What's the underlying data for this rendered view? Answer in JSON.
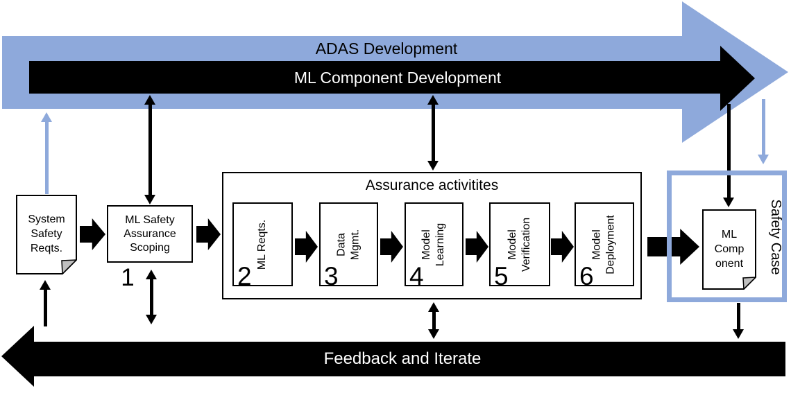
{
  "colors": {
    "accent_blue": "#8EA9DB",
    "arrow_black": "#000000",
    "text_white": "#FFFFFF",
    "doc_fold_gray": "#BFBFBF"
  },
  "banner": {
    "adas_label": "ADAS Development",
    "ml_component_label": "ML Component Development"
  },
  "documents": {
    "system_safety": {
      "label": "System\nSafety\nReqts."
    },
    "ml_component": {
      "label": "ML\nComp\nonent"
    }
  },
  "scoping": {
    "number": "1",
    "label": "ML Safety\nAssurance\nScoping"
  },
  "assurance": {
    "title": "Assurance activitites",
    "activities": [
      {
        "number": "2",
        "label": "ML Reqts."
      },
      {
        "number": "3",
        "label": "Data Mgmt."
      },
      {
        "number": "4",
        "label": "Model\nLearning"
      },
      {
        "number": "5",
        "label": "Model\nVerification"
      },
      {
        "number": "6",
        "label": "Model\nDeployment"
      }
    ]
  },
  "safety_case": {
    "label": "Safety Case"
  },
  "feedback": {
    "label": "Feedback and Iterate"
  }
}
